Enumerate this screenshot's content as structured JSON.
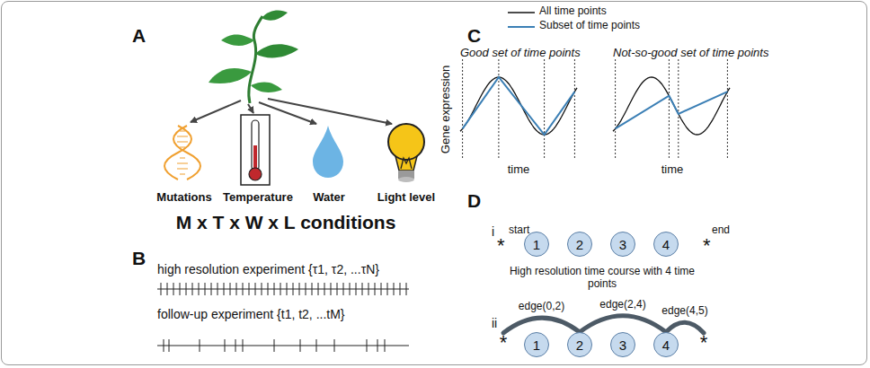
{
  "diagram": {
    "nodes": [
      {
        "text": [
          "1"
        ]
      },
      {
        "text": [
          "2"
        ]
      },
      {
        "text": [
          "3"
        ]
      },
      {
        "text": [
          "4"
        ]
      },
      {
        "text": [
          "*"
        ]
      },
      {
        "text": [
          "1"
        ]
      },
      {
        "text": [
          "2"
        ]
      },
      {
        "text": [
          "3"
        ]
      },
      {
        "text": [
          "4"
        ]
      },
      {
        "text": [
          "*"
        ]
      }
    ],
    "edges": [
      {
        "from": 4,
        "to": 6,
        "arrow": "none",
        "label": "edge(0,2)"
      },
      {
        "from": 6,
        "to": 8,
        "arrow": "none",
        "label": "edge(2,4)"
      },
      {
        "from": 8,
        "to": 9,
        "arrow": "none",
        "label": "edge(4,5)"
      }
    ],
    "labels": [
      "A",
      "Mutations",
      "Temperature",
      "Water",
      "Light level",
      "M x T x W x L conditions",
      "B",
      "high resolution experiment {τ1, τ2, ...τN}",
      "follow-up experiment {t1, t2, ...tM}",
      "C",
      "Good set of time points",
      "Not-so-good set of time points",
      "Gene expression",
      "time",
      "time",
      "D",
      "i",
      "*",
      "start",
      "High resolution time course with 4 time points",
      "*",
      "end",
      "ii"
    ],
    "legend": [
      {
        "text": "All time points"
      },
      {
        "text": "Subset of time points"
      }
    ]
  }
}
